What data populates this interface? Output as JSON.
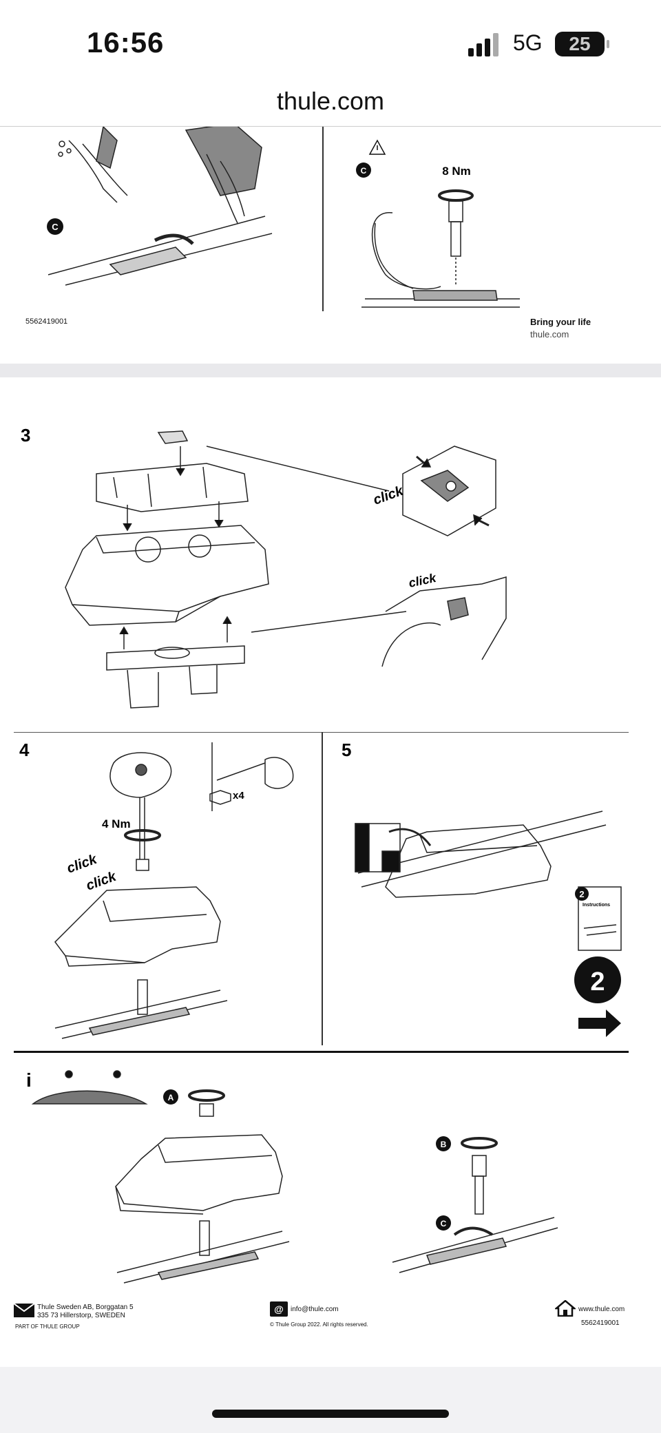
{
  "status": {
    "time": "16:56",
    "network": "5G",
    "battery": "25"
  },
  "browser": {
    "url": "thule.com"
  },
  "page1": {
    "doc_number": "5562419001",
    "tagline": "Bring your life",
    "site": "thule.com",
    "torque": "8 Nm",
    "label_c_left": "C",
    "label_c_right": "C"
  },
  "page2": {
    "step3": "3",
    "step4": "4",
    "step5": "5",
    "click": "click",
    "torque_4": "4 Nm",
    "qty": "x4",
    "next_page": "2",
    "instructions_label": "Instructions",
    "info_marker": "i",
    "label_a": "A",
    "label_b": "B",
    "label_c": "C"
  },
  "footer": {
    "company": "Thule Sweden AB, Borggatan 5",
    "address": "335 73 Hillerstorp, SWEDEN",
    "group": "PART OF THULE GROUP",
    "email": "info@thule.com",
    "copyright": "© Thule Group 2022. All rights reserved.",
    "website": "www.thule.com",
    "doc_number": "5562419001"
  }
}
